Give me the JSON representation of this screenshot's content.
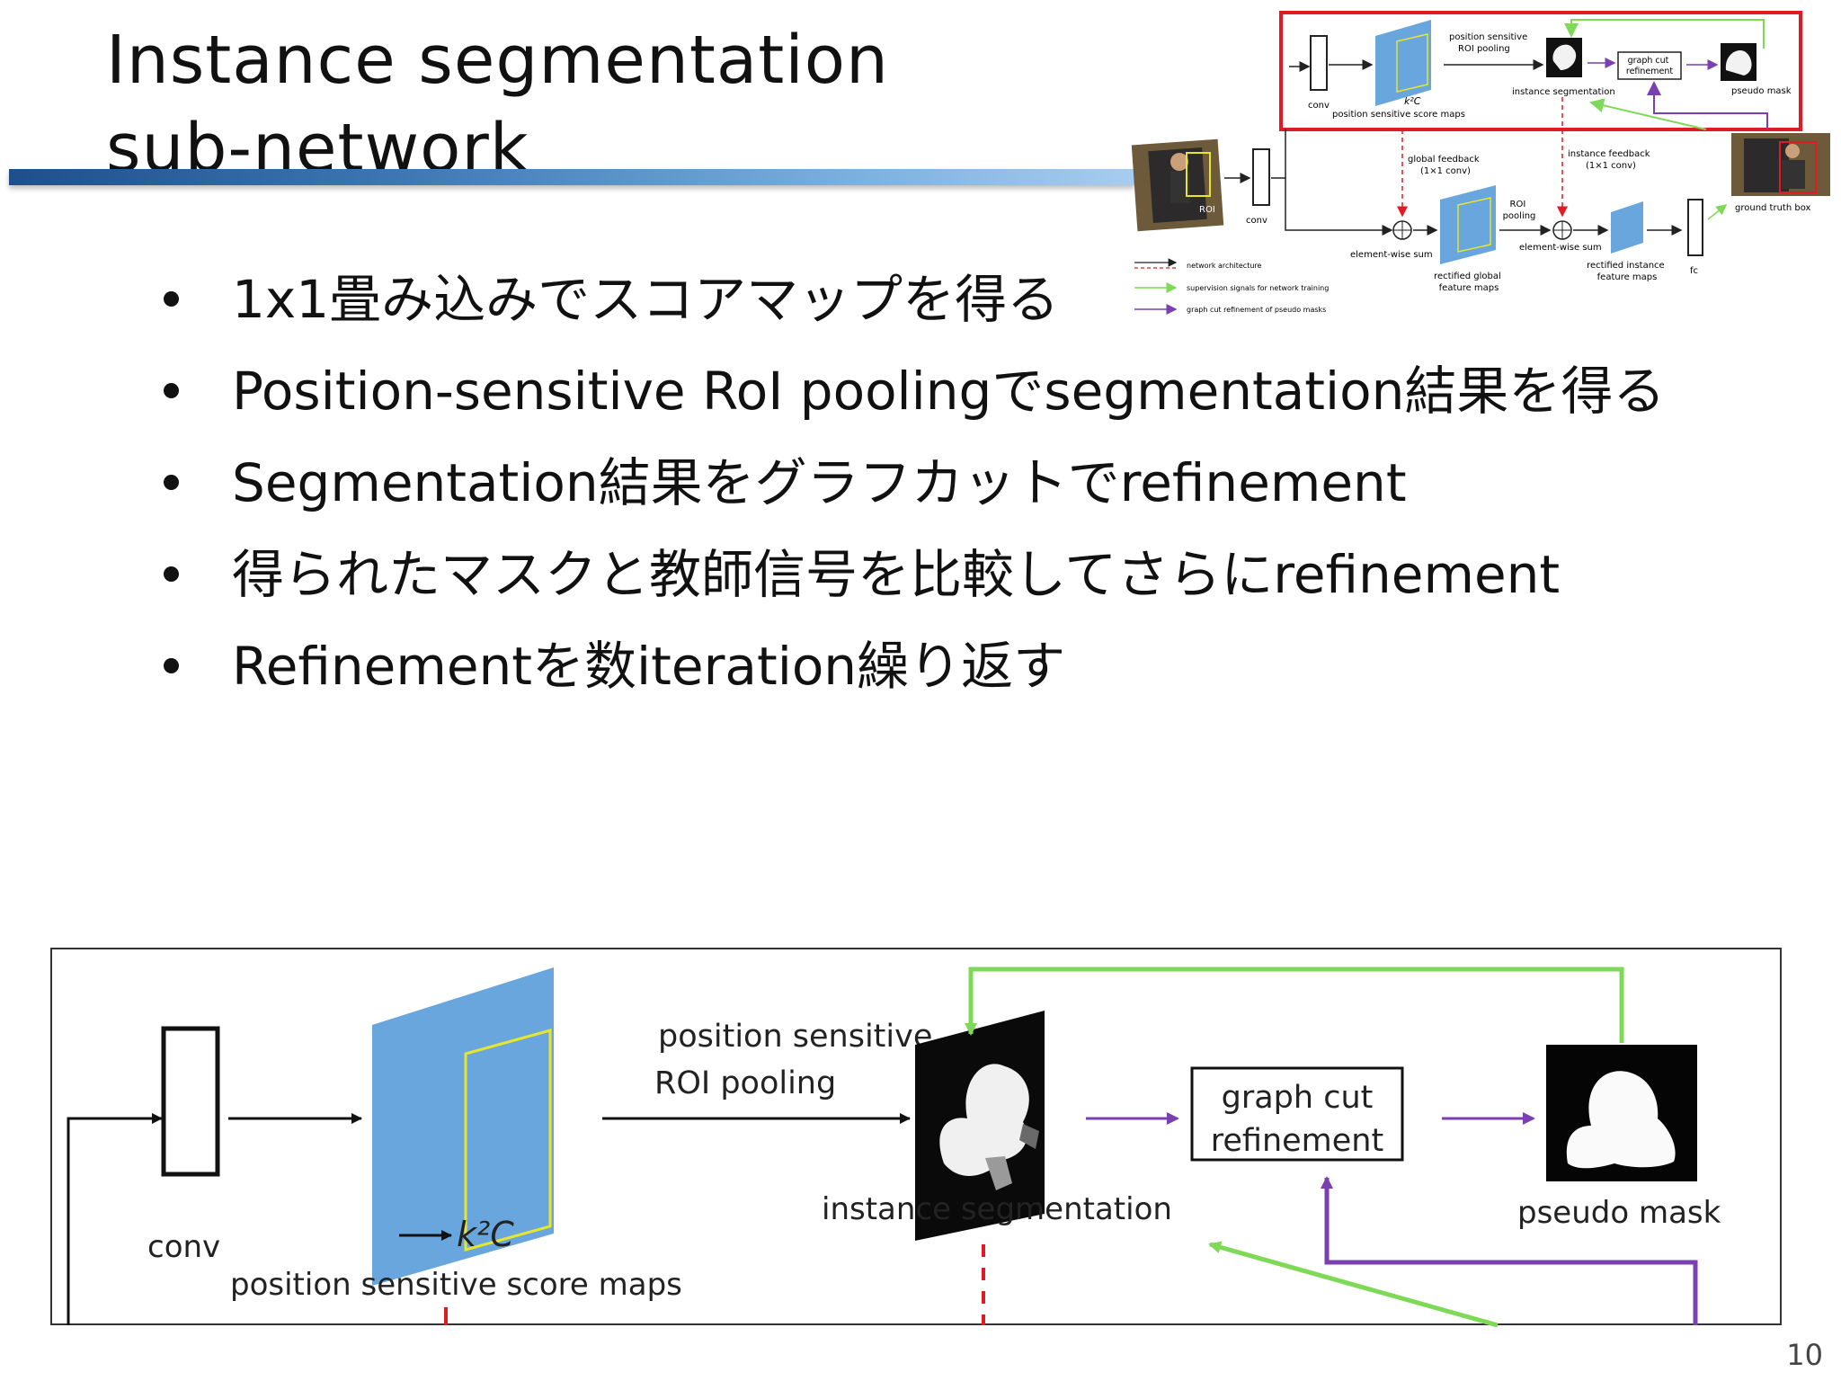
{
  "slide": {
    "title_line1": "Instance segmentation",
    "title_line2": "sub-network",
    "page_number": "10"
  },
  "bullets": [
    "1x1畳み込みでスコアマップを得る",
    "Position-sensitive RoI poolingでsegmentation結果を得る",
    "Segmentation結果をグラフカットでrefinement",
    "得られたマスクと教師信号を比較してさらにrefinement",
    "Refinementを数iteration繰り返す"
  ],
  "thumbnail": {
    "labels": {
      "position_sensitive_roi_pooling": "position sensitive\nROI pooling",
      "k2c": "k²C",
      "conv_top": "conv",
      "score_maps": "position sensitive score maps",
      "instance_segmentation": "instance segmentation",
      "graph_cut": "graph cut\nrefinement",
      "pseudo_mask": "pseudo mask",
      "roi": "ROI",
      "conv_mid": "conv",
      "global_feedback": "global feedback\n(1×1 conv)",
      "instance_feedback": "instance feedback\n(1×1 conv)",
      "ground_truth_box": "ground truth box",
      "element_wise_sum_1": "element-wise sum",
      "rectified_global": "rectified global\nfeature maps",
      "roi_pooling": "ROI\npooling",
      "element_wise_sum_2": "element-wise sum",
      "rectified_instance": "rectified instance\nfeature maps",
      "fc": "fc"
    },
    "legend": [
      {
        "label": "network architecture",
        "color": "#222222",
        "style": "solid-black-dashed-red"
      },
      {
        "label": "supervision signals for network training",
        "color": "#7ed957",
        "style": "solid"
      },
      {
        "label": "graph cut refinement of pseudo masks",
        "color": "#7a3fb0",
        "style": "solid"
      }
    ]
  },
  "diagram": {
    "ps_roi_pooling_line1": "position sensitive",
    "ps_roi_pooling_line2": "ROI pooling",
    "k2c_label": "k²C",
    "conv_label": "conv",
    "score_maps_label": "position sensitive score maps",
    "instance_segmentation_label": "instance segmentation",
    "graph_cut_line1": "graph cut",
    "graph_cut_line2": "refinement",
    "pseudo_mask_label": "pseudo mask"
  },
  "colors": {
    "highlight_red": "#e01b24",
    "score_map_blue": "#6aa6de",
    "roi_yellow": "#e6e62e",
    "feedback_green": "#7ed957",
    "refine_purple": "#7a3fb0",
    "dashed_red": "#e01b24",
    "title_bar_blue": "#3d78b4"
  }
}
